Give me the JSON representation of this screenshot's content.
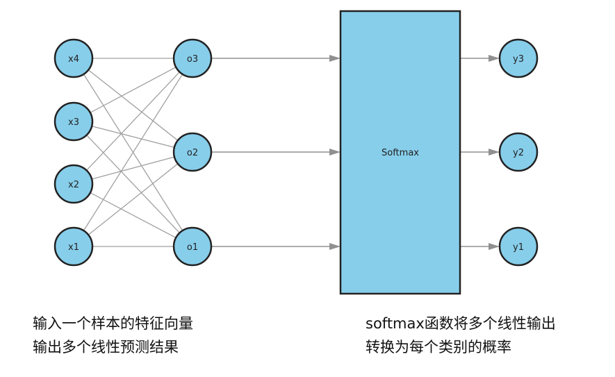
{
  "diagram": {
    "input_nodes": [
      "x4",
      "x3",
      "x2",
      "x1"
    ],
    "output_nodes": [
      "o3",
      "o2",
      "o1"
    ],
    "softmax_label": "Softmax",
    "prob_nodes": [
      "y3",
      "y2",
      "y1"
    ],
    "connections": "fully-connected",
    "colors": {
      "node_fill": "#87ceeb",
      "node_stroke": "#222222",
      "edge": "#a0a0a0",
      "arrow": "#909090"
    }
  },
  "captions": {
    "left": {
      "line1": "输入一个样本的特征向量",
      "line2": "输出多个线性预测结果"
    },
    "right": {
      "line1": "softmax函数将多个线性输出",
      "line2": "转换为每个类别的概率"
    }
  }
}
